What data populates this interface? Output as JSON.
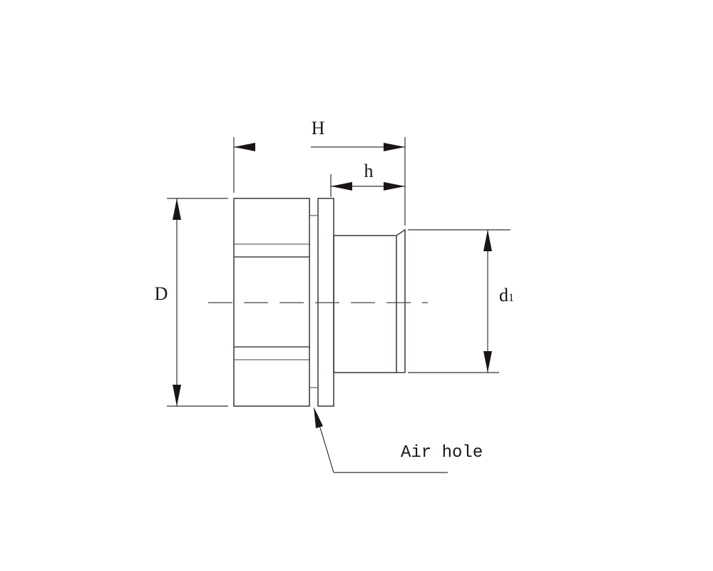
{
  "labels": {
    "H": "H",
    "h": "h",
    "D": "D",
    "d1_main": "d",
    "d1_sub": "1",
    "air_hole": "Air hole"
  },
  "colors": {
    "line": "#4a4040",
    "text": "#1a1414"
  }
}
